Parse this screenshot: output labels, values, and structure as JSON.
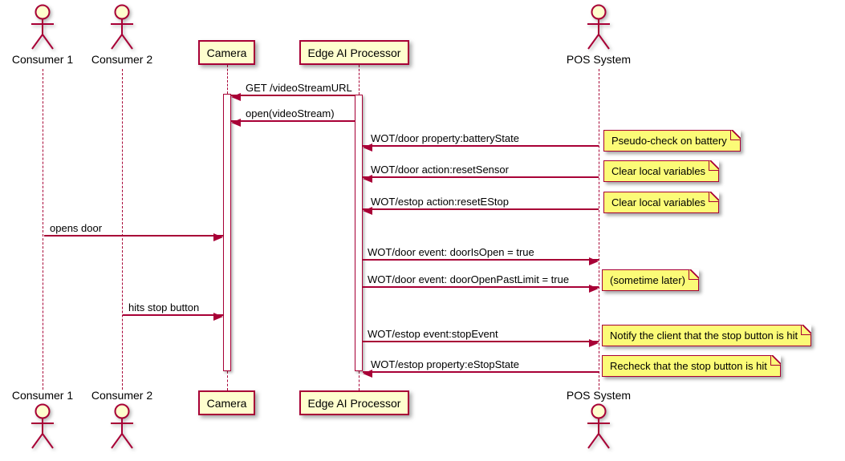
{
  "diagram": {
    "type": "uml-sequence",
    "colors": {
      "line": "#A80036",
      "participant_fill": "#FEFECE",
      "note_fill": "#FBFB77",
      "text": "#000000",
      "background": "#FFFFFF"
    },
    "actors": [
      {
        "label": "Consumer 1"
      },
      {
        "label": "Consumer 2"
      },
      {
        "label": "POS System"
      }
    ],
    "participants": [
      {
        "label": "Camera"
      },
      {
        "label": "Edge AI Processor"
      }
    ],
    "messages": [
      {
        "from": "Edge AI Processor",
        "to": "Camera",
        "label": "GET /videoStreamURL"
      },
      {
        "from": "Edge AI Processor",
        "to": "Camera",
        "label": "open(videoStream)"
      },
      {
        "from": "POS System",
        "to": "Edge AI Processor",
        "label": "WOT/door property:batteryState"
      },
      {
        "from": "POS System",
        "to": "Edge AI Processor",
        "label": "WOT/door action:resetSensor"
      },
      {
        "from": "POS System",
        "to": "Edge AI Processor",
        "label": "WOT/estop action:resetEStop"
      },
      {
        "from": "Consumer 1",
        "to": "Camera",
        "label": "opens door"
      },
      {
        "from": "Edge AI Processor",
        "to": "POS System",
        "label": "WOT/door event: doorIsOpen = true"
      },
      {
        "from": "Edge AI Processor",
        "to": "POS System",
        "label": "WOT/door event: doorOpenPastLimit = true"
      },
      {
        "from": "Consumer 2",
        "to": "Camera",
        "label": "hits stop button"
      },
      {
        "from": "Edge AI Processor",
        "to": "POS System",
        "label": "WOT/estop event:stopEvent"
      },
      {
        "from": "POS System",
        "to": "Edge AI Processor",
        "label": "WOT/estop property:eStopState"
      }
    ],
    "notes": [
      {
        "label": "Pseudo-check on battery"
      },
      {
        "label": "Clear local variables"
      },
      {
        "label": "Clear local variables"
      },
      {
        "label": "(sometime later)"
      },
      {
        "label": "Notify the client that the stop button is hit"
      },
      {
        "label": "Recheck that the stop button is hit"
      }
    ]
  }
}
